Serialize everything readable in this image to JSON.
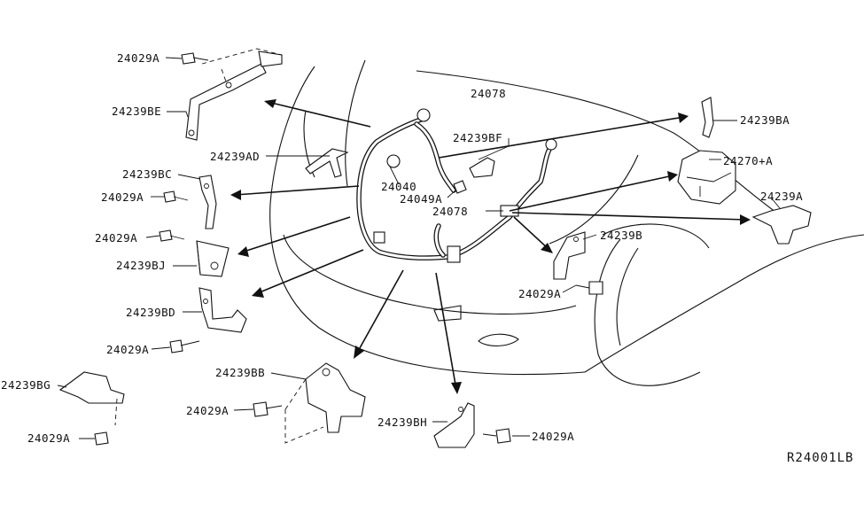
{
  "diagram": {
    "reference_code": "R24001LB",
    "labels": [
      {
        "id": "l1",
        "text": "24029A"
      },
      {
        "id": "l2",
        "text": "24239BE"
      },
      {
        "id": "l3",
        "text": "24239AD"
      },
      {
        "id": "l4",
        "text": "24078"
      },
      {
        "id": "l5",
        "text": "24239BF"
      },
      {
        "id": "l6",
        "text": "24239BA"
      },
      {
        "id": "l7",
        "text": "24239BC"
      },
      {
        "id": "l8",
        "text": "24029A"
      },
      {
        "id": "l9",
        "text": "24270+A"
      },
      {
        "id": "l10",
        "text": "24040"
      },
      {
        "id": "l11",
        "text": "24049A"
      },
      {
        "id": "l12",
        "text": "24078"
      },
      {
        "id": "l13",
        "text": "24239A"
      },
      {
        "id": "l14",
        "text": "24029A"
      },
      {
        "id": "l15",
        "text": "24239B"
      },
      {
        "id": "l16",
        "text": "24239BJ"
      },
      {
        "id": "l17",
        "text": "24029A"
      },
      {
        "id": "l18",
        "text": "24239BD"
      },
      {
        "id": "l19",
        "text": "24029A"
      },
      {
        "id": "l20",
        "text": "24239BB"
      },
      {
        "id": "l21",
        "text": "24239BG"
      },
      {
        "id": "l22",
        "text": "24029A"
      },
      {
        "id": "l23",
        "text": "24239BH"
      },
      {
        "id": "l24",
        "text": "24029A"
      },
      {
        "id": "l25",
        "text": "24029A"
      }
    ]
  }
}
